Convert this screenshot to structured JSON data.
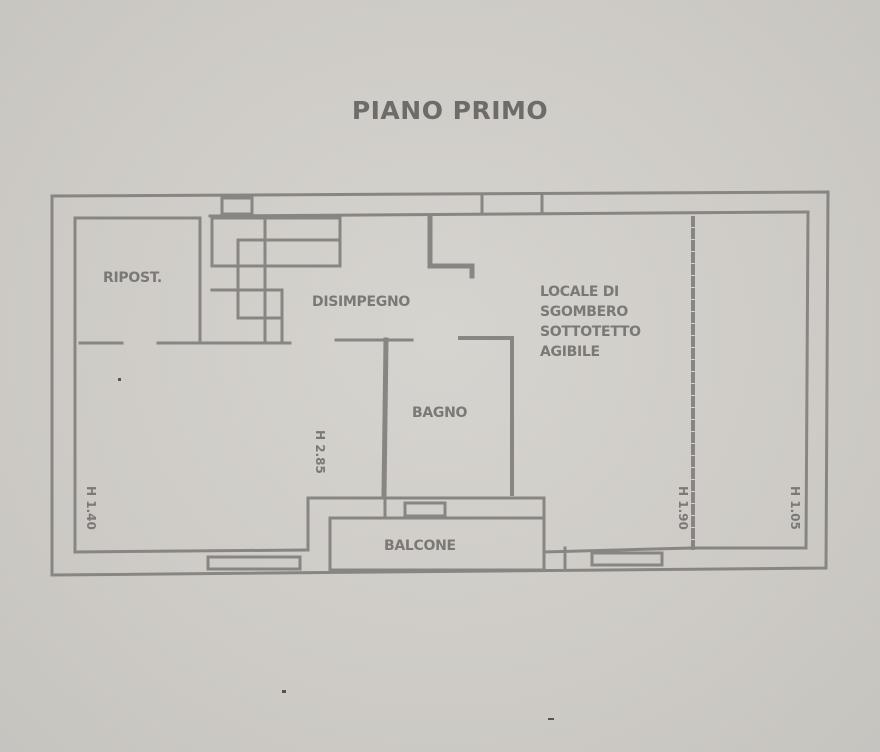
{
  "title": "PIANO PRIMO",
  "rooms": {
    "ripost": "RIPOST.",
    "disimpegno": "DISIMPEGNO",
    "locale": [
      "LOCALE DI",
      "SGOMBERO",
      "SOTTOTETTO",
      "AGIBILE"
    ],
    "bagno": "BAGNO",
    "balcone": "BALCONE"
  },
  "heights": {
    "left_room": "H 1.40",
    "center": "H 2.85",
    "right_mid": "H 1.90",
    "right_end": "H 1.05"
  },
  "colors": {
    "paper": "#cfcdc8",
    "ink": "#7b7976",
    "wall": "#888682"
  }
}
